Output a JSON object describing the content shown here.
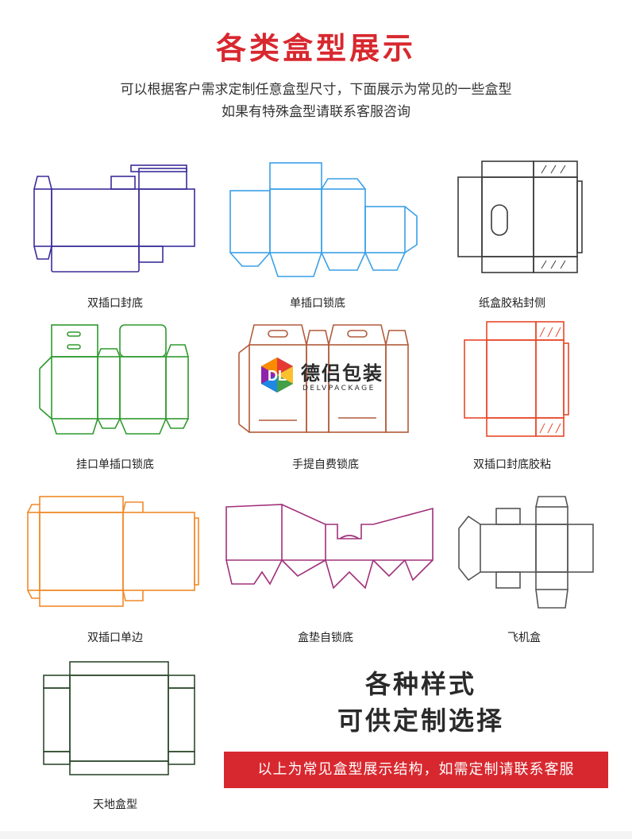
{
  "header": {
    "title": "各类盒型展示",
    "subtitle_line1": "可以根据客户需求定制任意盒型尺寸，下面展示为常见的一些盒型",
    "subtitle_line2": "如果有特殊盒型请联系客服咨询"
  },
  "boxes": [
    {
      "label": "双插口封底",
      "color": "#3b2d9a"
    },
    {
      "label": "单插口锁底",
      "color": "#3aa0e8"
    },
    {
      "label": "纸盒胶粘封侧",
      "color": "#3a3a3a"
    },
    {
      "label": "挂口单插口锁底",
      "color": "#2e9a2e"
    },
    {
      "label": "手提自费锁底",
      "color": "#b25a3a"
    },
    {
      "label": "双插口封底胶粘",
      "color": "#e8482a"
    },
    {
      "label": "双插口单边",
      "color": "#f08a28"
    },
    {
      "label": "盒垫自锁底",
      "color": "#a0307a"
    },
    {
      "label": "飞机盒",
      "color": "#555555"
    },
    {
      "label": "天地盒型",
      "color": "#2e4a2e"
    }
  ],
  "logo": {
    "mark": "DL",
    "name": "德侣包装",
    "name_en": "DELVPACKAGE"
  },
  "slogan": {
    "line1": "各种样式",
    "line2": "可供定制选择"
  },
  "banner": {
    "text": "以上为常见盒型展示结构，如需定制请联系客服"
  }
}
